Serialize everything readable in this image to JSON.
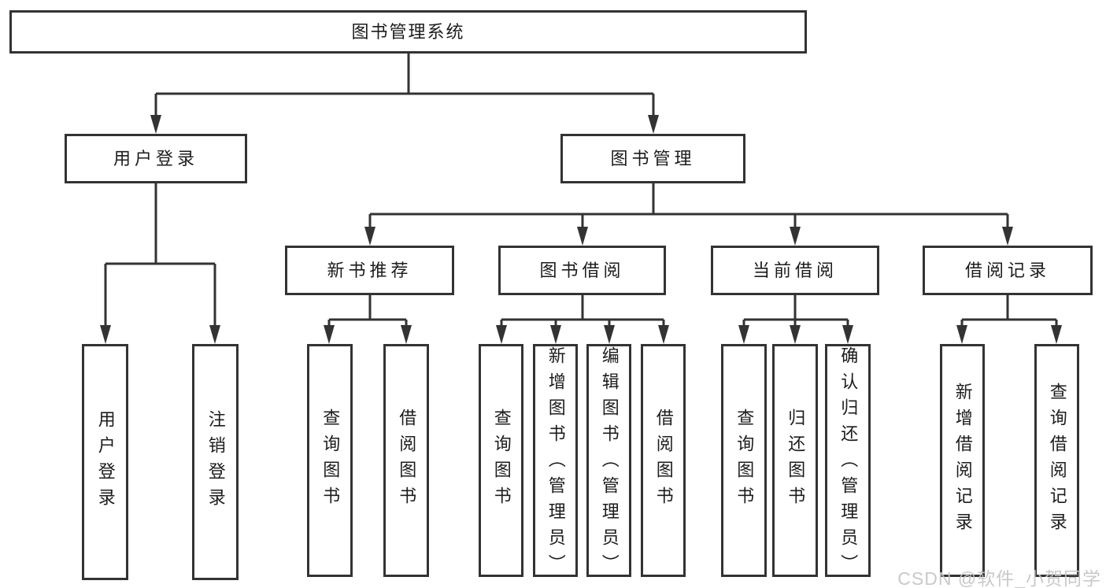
{
  "nodes": {
    "root": "图书管理系统",
    "user_login": "用户登录",
    "book_management": "图书管理",
    "login": "用户登录",
    "logout": "注销登录",
    "new_book_rec": "新书推荐",
    "book_borrowing": "图书借阅",
    "current_borrowing": "当前借阅",
    "borrowing_records": "借阅记录",
    "nb_query_books": "查询图书",
    "nb_borrow_books": "借阅图书",
    "bb_query_books": "查询图书",
    "bb_add_books": "新增图书（管理员）",
    "bb_edit_books": "编辑图书（管理员）",
    "bb_borrow_books": "借阅图书",
    "cb_query_books": "查询图书",
    "cb_return_books": "归还图书",
    "cb_confirm_return": "确认归还（管理员）",
    "br_add_record": "新增借阅记录",
    "br_query_record": "查询借阅记录"
  },
  "watermark": "CSDN @软件_小贺同学",
  "colors": {
    "line": "#333333",
    "border": "#333333",
    "text": "#1c1c1c",
    "background": "#ffffff",
    "watermark": "#c6c6c6"
  }
}
